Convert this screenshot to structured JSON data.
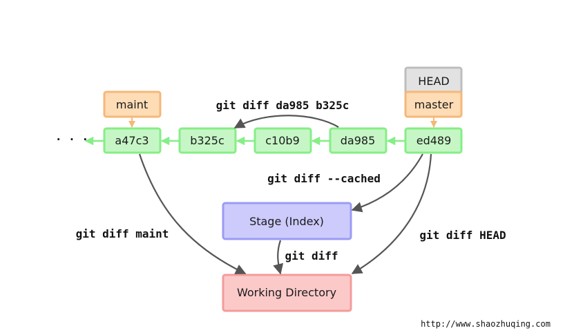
{
  "refs": {
    "head": "HEAD",
    "master": "master",
    "maint": "maint"
  },
  "commits": {
    "ellipsis": "· · ·",
    "a47c3": "a47c3",
    "b325c": "b325c",
    "c10b9": "c10b9",
    "da985": "da985",
    "ed489": "ed489"
  },
  "areas": {
    "stage": "Stage (Index)",
    "working": "Working Directory"
  },
  "commands": {
    "diff_commits": "git diff da985 b325c",
    "diff_cached": "git diff --cached",
    "diff_maint": "git diff maint",
    "diff_head": "git diff HEAD",
    "diff_plain": "git diff"
  },
  "footer": {
    "url": "http://www.shaozhuqing.com"
  },
  "colors": {
    "commit_fill": "#c6f6c6",
    "commit_stroke": "#86ee86",
    "branch_fill": "#fddcb6",
    "branch_stroke": "#f6b777",
    "head_fill": "#e2e2e2",
    "head_stroke": "#bdbdbd",
    "stage_fill": "#cccbfc",
    "stage_stroke": "#9b9bf5",
    "working_fill": "#fcc9c9",
    "working_stroke": "#f39b9b",
    "arrow_dark": "#555555",
    "arrow_green": "#86ee86",
    "arrow_orange": "#f6b777"
  }
}
